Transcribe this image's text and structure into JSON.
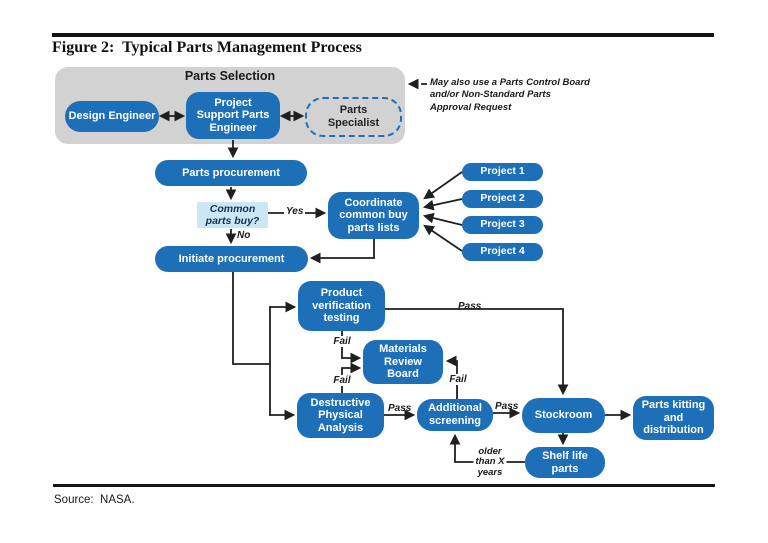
{
  "figure": {
    "title": "Figure 2:  Typical Parts Management Process",
    "source": "Source:  NASA."
  },
  "colors": {
    "node_blue": "#1d70b7",
    "panel_gray": "#d2d2d2",
    "decision_lightblue": "#cde6f5",
    "line_black": "#1f1f1f"
  },
  "parts_selection": {
    "label": "Parts Selection",
    "design_engineer": "Design Engineer",
    "project_support_parts_engineer": "Project\nSupport Parts\nEngineer",
    "parts_specialist": "Parts\nSpecialist",
    "annotation": "May also use a Parts Control Board\nand/or Non-Standard Parts\nApproval Request"
  },
  "nodes": {
    "parts_procurement": "Parts procurement",
    "common_parts_buy": "Common\nparts buy?",
    "coordinate_common_buy": "Coordinate\ncommon buy\nparts lists",
    "project1": "Project 1",
    "project2": "Project 2",
    "project3": "Project 3",
    "project4": "Project 4",
    "initiate_procurement": "Initiate procurement",
    "product_verification_testing": "Product\nverification\ntesting",
    "materials_review_board": "Materials\nReview\nBoard",
    "destructive_physical_analysis": "Destructive\nPhysical\nAnalysis",
    "additional_screening": "Additional\nscreening",
    "stockroom": "Stockroom",
    "parts_kitting": "Parts kitting\nand\ndistribution",
    "shelf_life_parts": "Shelf life\nparts"
  },
  "edge_labels": {
    "yes": "Yes",
    "no": "No",
    "pass_verification": "Pass",
    "fail_verification": "Fail",
    "fail_dpa": "Fail",
    "pass_dpa": "Pass",
    "fail_screening": "Fail",
    "pass_screening": "Pass",
    "older": "older\nthan X\nyears"
  }
}
